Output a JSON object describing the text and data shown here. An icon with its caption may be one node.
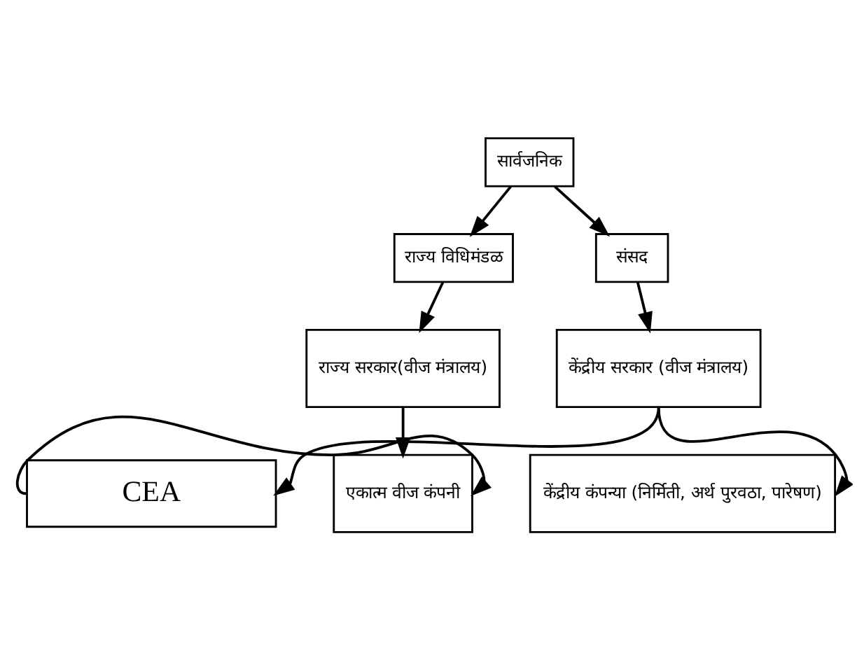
{
  "diagram": {
    "nodes": [
      {
        "text": [
          "सार्वजनिक"
        ]
      },
      {
        "text": [
          "राज्य विधिमंडळ"
        ]
      },
      {
        "text": [
          "संसद"
        ]
      },
      {
        "text": [
          "राज्य सरकार(वीज मंत्रालय)"
        ]
      },
      {
        "text": [
          "केंद्रीय सरकार (वीज मंत्रालय)"
        ]
      },
      {
        "text": [
          "एकात्म वीज कंपनी"
        ]
      },
      {
        "text": [
          "CEA"
        ]
      },
      {
        "text": [
          "केंद्रीय कंपन्या (निर्मिती, अर्थ पुरवठा, पारेषण)"
        ]
      }
    ],
    "edges": [
      {
        "from": 0,
        "to": 1,
        "arrow": "to"
      },
      {
        "from": 0,
        "to": 2,
        "arrow": "to"
      },
      {
        "from": 1,
        "to": 3,
        "arrow": "to"
      },
      {
        "from": 2,
        "to": 4,
        "arrow": "to"
      },
      {
        "from": 3,
        "to": 5,
        "arrow": "to"
      },
      {
        "from": 4,
        "to": 6,
        "arrow": "to"
      },
      {
        "from": 6,
        "to": 5,
        "arrow": "to"
      },
      {
        "from": 4,
        "to": 7,
        "arrow": "to"
      }
    ]
  }
}
